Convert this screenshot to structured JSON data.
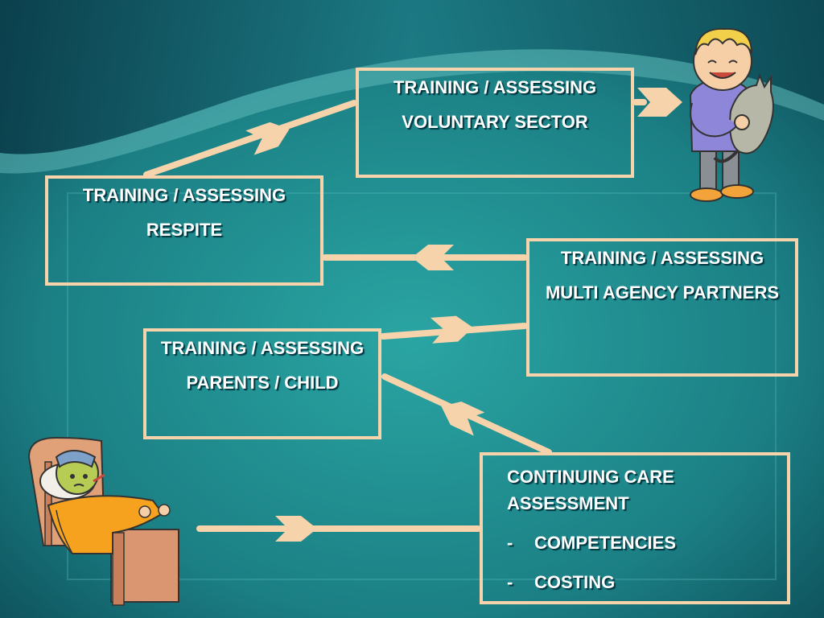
{
  "boxes": {
    "voluntary": {
      "heading": "TRAINING / ASSESSING",
      "subtitle": "VOLUNTARY SECTOR"
    },
    "respite": {
      "heading": "TRAINING / ASSESSING",
      "subtitle": "RESPITE"
    },
    "multi_agency": {
      "heading": "TRAINING / ASSESSING",
      "subtitle": "MULTI AGENCY PARTNERS"
    },
    "parents_child": {
      "heading": "TRAINING / ASSESSING",
      "subtitle": "PARENTS / CHILD"
    },
    "continuing_care": {
      "heading": "CONTINUING CARE ASSESSMENT",
      "bullets": [
        {
          "dash": "-",
          "text": "COMPETENCIES"
        },
        {
          "dash": "-",
          "text": "COSTING"
        }
      ]
    }
  },
  "colors": {
    "background_dark": "#0b4650",
    "background_light": "#2fa3a0",
    "accent_peach": "#f6d3aa",
    "text": "#ffffff"
  },
  "illustrations": [
    "happy-child-with-cat-icon",
    "sick-child-in-bed-icon"
  ]
}
